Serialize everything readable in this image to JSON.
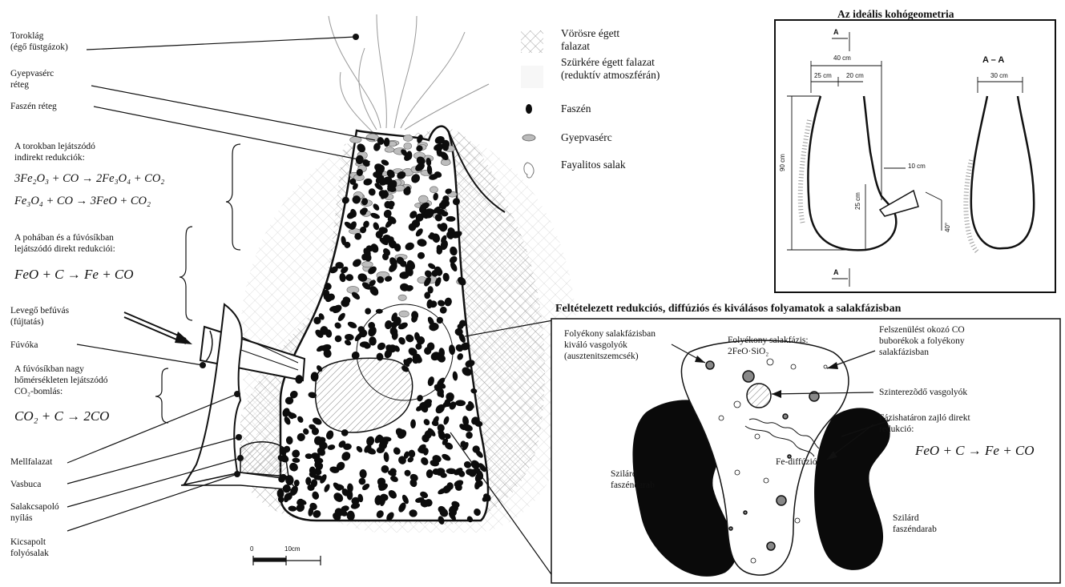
{
  "left_labels": {
    "toroklang": [
      "Toroklág",
      "(égő füstgázok)"
    ],
    "gyepvaserc_reteg": [
      "Gyepvasérc",
      "réteg"
    ],
    "faszen_reteg": "Faszén réteg",
    "indirect_title": [
      "A torokban lejátszódó",
      "indirekt redukciók:"
    ],
    "indirect_eq1": "3Fe₂O₃ + CO → 2Fe₃O₄ + CO₂",
    "indirect_eq2": "Fe₃O₄ + CO → 3FeO + CO₂",
    "direct_title": [
      "A pohában és a fúvósíkban",
      "lejátszódó direkt redukciói:"
    ],
    "direct_eq": "FeO + C → Fe + CO",
    "levego": [
      "Levegő befúvás",
      "(fújtatás)"
    ],
    "fuvoka": "Fúvóka",
    "co2_title": [
      "A fúvósíkban nagy",
      "hőmérsékleten lejátszódó",
      "CO₂-bomlás:"
    ],
    "co2_eq": "CO₂ + C → 2CO",
    "mellfalazat": "Mellfalazat",
    "vasbuca": "Vasbuca",
    "salakcsapolo": [
      "Salakcsapoló",
      "nyílás"
    ],
    "kicsapolt": [
      "Kicsapolt",
      "folyósalak"
    ],
    "scale": [
      "0",
      "10cm"
    ]
  },
  "legend": {
    "items": [
      {
        "icon": "crosshatch-icon",
        "lines": [
          "Vörösre égett",
          "falazat"
        ]
      },
      {
        "icon": "blank-swatch-icon",
        "lines": [
          "Szürkére égett falazat",
          "(reduktív atmoszférán)"
        ]
      },
      {
        "icon": "charcoal-icon",
        "lines": [
          "Faszén"
        ]
      },
      {
        "icon": "bog-ore-icon",
        "lines": [
          "Gyepvasérc"
        ]
      },
      {
        "icon": "slag-icon",
        "lines": [
          "Fayalitos salak"
        ]
      }
    ]
  },
  "geometry_inset": {
    "title": "Az ideális kohógeometria",
    "section_label": "A – A",
    "dims": [
      "40 cm",
      "25 cm",
      "20 cm",
      "30 cm",
      "90 cm",
      "25 cm",
      "10 cm",
      "40°"
    ],
    "cut_marks": [
      "A",
      "A"
    ]
  },
  "process_inset": {
    "title": "Feltételezett redukciós, diffúziós és kiválásos folyamatok a salakfázisban",
    "labels": {
      "droplets": [
        "Folyékony salakfázisban",
        "kiváló vasgolyók",
        "(ausztenitszemcsék)"
      ],
      "slag_phase": [
        "Folyékony salakfázis:",
        "2FeO·SiO₂"
      ],
      "bubbles": [
        "Felszenülést okozó CO",
        "buborékok a folyékony",
        "salakfázisban"
      ],
      "sintering": "Szinterezõdő vasgolyók",
      "boundary": [
        "Fázishatáron zajló direkt",
        "redukció:"
      ],
      "boundary_eq": "FeO + C → Fe + CO",
      "solid_left": [
        "Szilárd",
        "faszéndarab"
      ],
      "solid_right": [
        "Szilárd",
        "faszéndarab"
      ],
      "diffusion": "Fe-diffúzió"
    }
  },
  "colors": {
    "ink": "#111111",
    "hatch": "#9a9a9a",
    "charcoal": "#0c0c0c",
    "ore": "#b8b8b8"
  }
}
